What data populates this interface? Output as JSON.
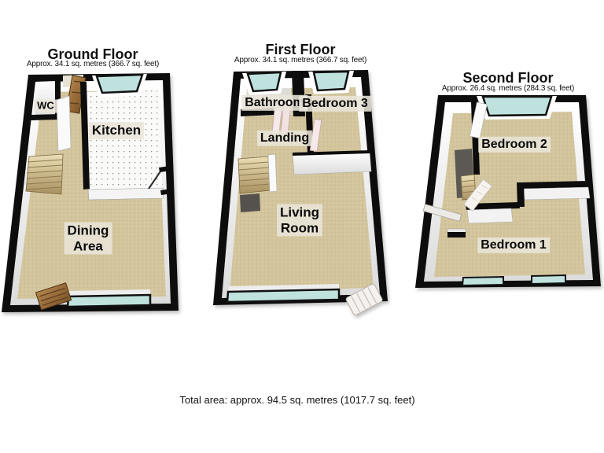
{
  "footer": {
    "total_area": "Total area: approx. 94.5 sq. metres (1017.7 sq. feet)"
  },
  "floors": {
    "ground": {
      "title": "Ground Floor",
      "subtitle": "Approx. 34.1 sq. metres (366.7 sq. feet)",
      "rooms": {
        "wc": "WC",
        "kitchen": "Kitchen",
        "dining": {
          "line1": "Dining",
          "line2": "Area"
        }
      }
    },
    "first": {
      "title": "First Floor",
      "subtitle": "Approx. 34.1 sq. metres (366.7 sq. feet)",
      "rooms": {
        "bathroom": "Bathroom",
        "bedroom3": "Bedroom 3",
        "landing": "Landing",
        "living": {
          "line1": "Living",
          "line2": "Room"
        }
      }
    },
    "second": {
      "title": "Second Floor",
      "subtitle": "Approx. 26.4 sq. metres (284.3 sq. feet)",
      "rooms": {
        "bedroom2": "Bedroom 2",
        "bedroom1": "Bedroom 1"
      }
    }
  },
  "colors": {
    "wall_black": "#0d0d0d",
    "carpet_tan": "#d3c59d",
    "kitchen_floor_white": "#fafaf8",
    "window_glass_teal": "#bfe2de",
    "stair_wood_light": "#ecdfb6",
    "stair_wood_dark": "#a8905f",
    "door_wood": "#9c6d3c",
    "label_background": "#e9e5da"
  }
}
